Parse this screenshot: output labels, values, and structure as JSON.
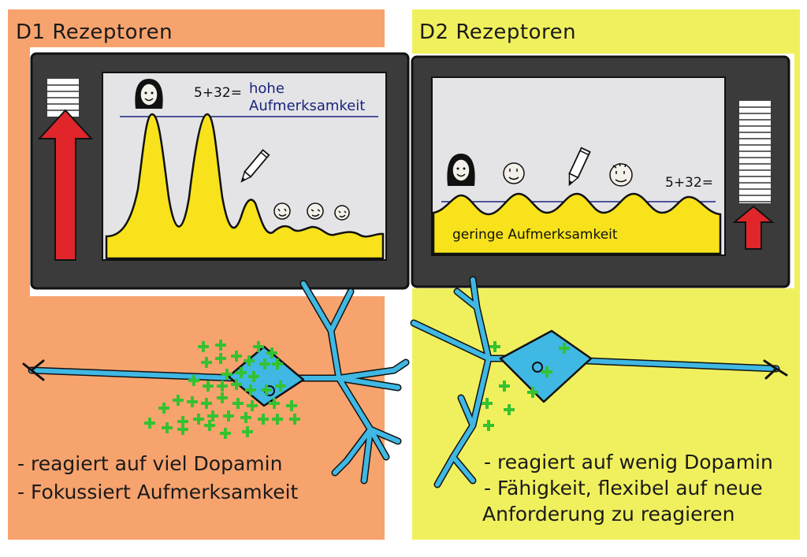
{
  "d1": {
    "title": "D1 Rezeptoren",
    "attention_label_line1": "hohe",
    "attention_label_line2": "Aufmerksamkeit",
    "formula": "5+32=",
    "bullets": [
      "- reagiert auf viel Dopamin",
      "- Fokussiert Aufmerksamkeit"
    ],
    "color": "#F7A36E"
  },
  "d2": {
    "title": "D2 Rezeptoren",
    "attention_label": "geringe Aufmerksamkeit",
    "formula": "5+32=",
    "bullets": [
      "- reagiert auf wenig Dopamin",
      "- Fähigkeit, flexibel auf neue",
      "Anforderung zu reagieren"
    ],
    "color": "#F0F05E"
  },
  "colors": {
    "monitor_frame": "#3b3b3b",
    "screen": "#e4e4e6",
    "wave_fill": "#F7E21B",
    "arrow": "#E0262B",
    "neuron": "#3FB8E3",
    "dopamine": "#35C230"
  },
  "icons": [
    "girl-face-icon",
    "boy-face-icon",
    "pencil-icon",
    "arrow-up-icon",
    "dopamine-plus-icon"
  ]
}
